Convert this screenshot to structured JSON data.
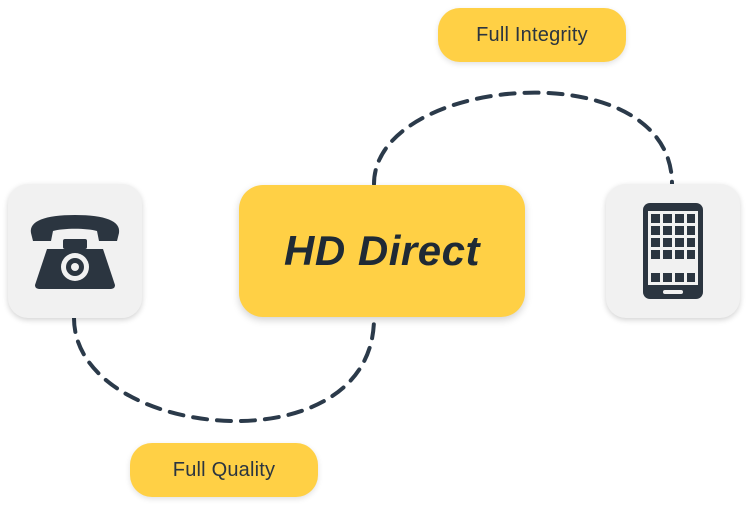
{
  "center_label": "HD Direct",
  "labels": {
    "top": "Full Integrity",
    "bottom": "Full Quality"
  },
  "nodes": {
    "left_icon": "telephone-icon",
    "right_icon": "smartphone-icon"
  },
  "colors": {
    "accent": "#FFD045",
    "icon": "#2b3540",
    "connector": "#2b3a4a",
    "box": "#f1f1f1"
  }
}
